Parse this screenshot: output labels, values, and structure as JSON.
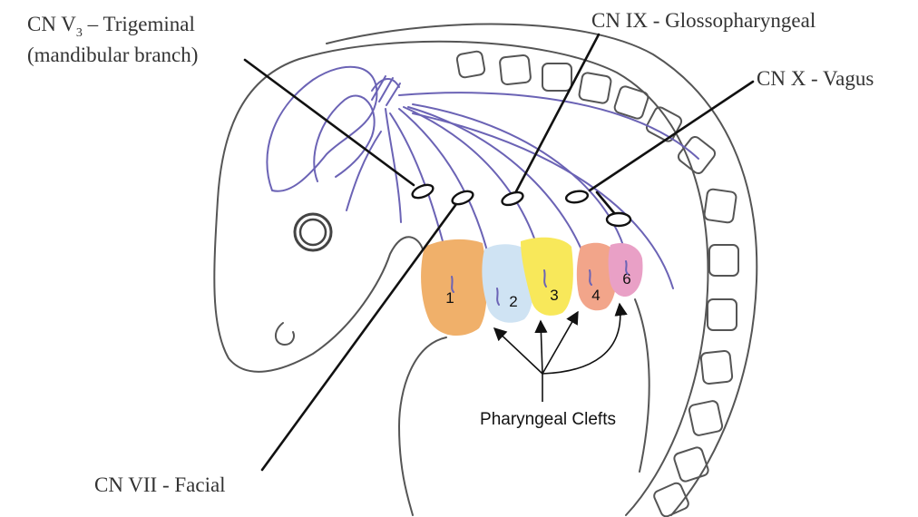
{
  "labels": {
    "trigeminal_line1_prefix": "CN V",
    "trigeminal_sub": "3",
    "trigeminal_line1_suffix": " – Trigeminal",
    "trigeminal_line2": "(mandibular branch)",
    "glossopharyngeal": "CN IX - Glossopharyngeal",
    "vagus": "CN X - Vagus",
    "facial": "CN VII - Facial",
    "caption": "Pharyngeal Clefts"
  },
  "clefts": [
    {
      "number": "1",
      "color": "#f0b06a"
    },
    {
      "number": "2",
      "color": "#cfe3f3"
    },
    {
      "number": "3",
      "color": "#f8e85a"
    },
    {
      "number": "4",
      "color": "#f2a58a"
    },
    {
      "number": "6",
      "color": "#e9a0c6"
    }
  ],
  "colors": {
    "outline": "#555555",
    "nerve": "#6b63b5",
    "pointer": "#111111"
  }
}
